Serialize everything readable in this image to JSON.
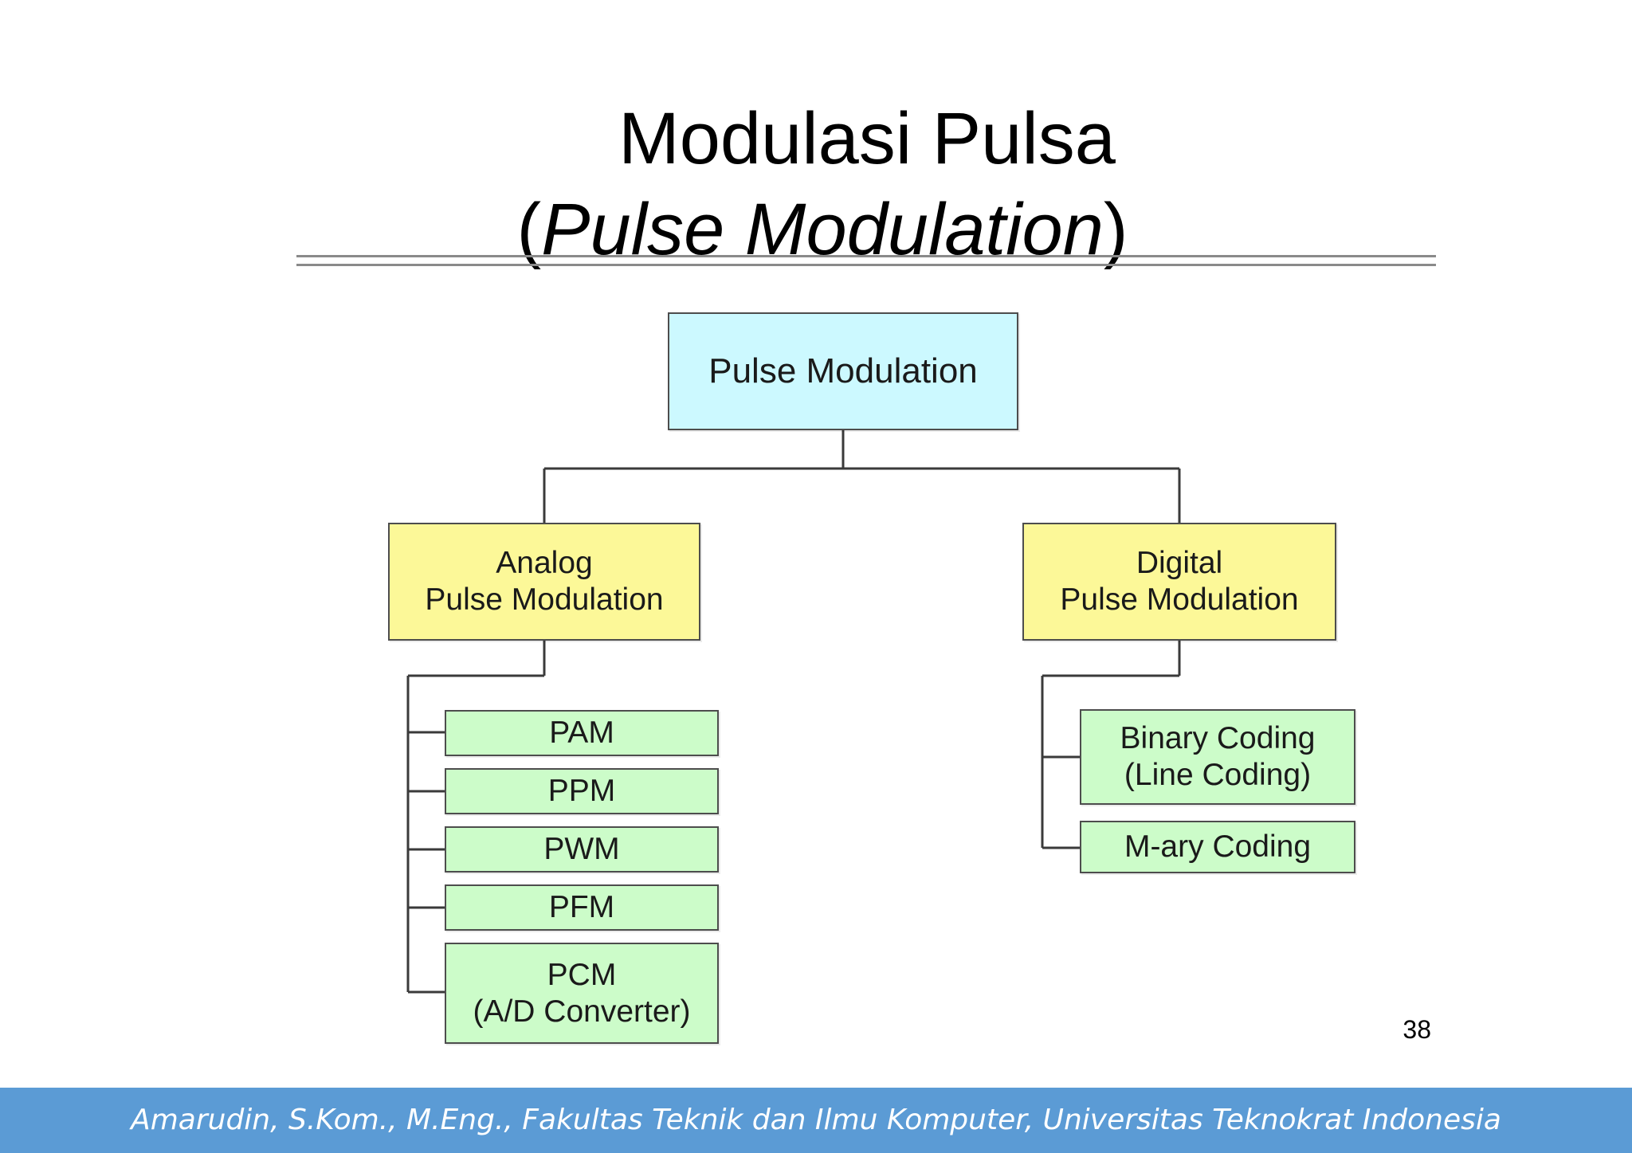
{
  "slide": {
    "title_line1": "Modulasi Pulsa",
    "title_line2_open": "(",
    "title_line2_italic": "Pulse Modulation",
    "title_line2_close": ")",
    "page_number": "38"
  },
  "diagram": {
    "root": {
      "label": "Pulse Modulation"
    },
    "analog": {
      "label": "Analog\nPulse Modulation",
      "children": [
        {
          "label": "PAM"
        },
        {
          "label": "PPM"
        },
        {
          "label": "PWM"
        },
        {
          "label": "PFM"
        },
        {
          "label": "PCM\n(A/D Converter)"
        }
      ]
    },
    "digital": {
      "label": "Digital\nPulse Modulation",
      "children": [
        {
          "label": "Binary Coding\n(Line Coding)"
        },
        {
          "label": "M-ary Coding"
        }
      ]
    },
    "colors": {
      "root_fill": "#ccf9ff",
      "mid_fill": "#fcf898",
      "leaf_fill": "#ccfcc9",
      "connector": "#3a3a3a"
    }
  },
  "footer": {
    "text": "Amarudin, S.Kom., M.Eng., Fakultas Teknik dan Ilmu Komputer, Universitas Teknokrat Indonesia",
    "color": "#5b9bd5"
  }
}
